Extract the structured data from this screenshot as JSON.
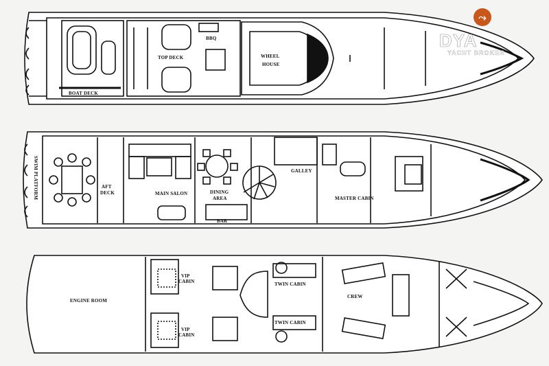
{
  "watermark": {
    "brand": "DYA",
    "tagline": "YACHT BROKER",
    "color": "#c8571d"
  },
  "decks": {
    "top": {
      "labels": [
        "BOAT DECK",
        "TOP DECK",
        "BBQ",
        "WHEEL",
        "HOUSE"
      ]
    },
    "main": {
      "labels": [
        "SWIM PLATFORM",
        "AFT",
        "DECK",
        "MAIN SALON",
        "DINING",
        "AREA",
        "GALLEY",
        "MASTER CABIN",
        "BAR"
      ]
    },
    "lower": {
      "labels": [
        "ENGINE ROOM",
        "VIP",
        "CABIN",
        "VIP",
        "CABIN",
        "TWIN CABIN",
        "TWIN CABIN",
        "CREW"
      ]
    }
  },
  "colors": {
    "line": "#111111",
    "paper": "#f4f4f2",
    "hull_fill": "#ffffff"
  }
}
